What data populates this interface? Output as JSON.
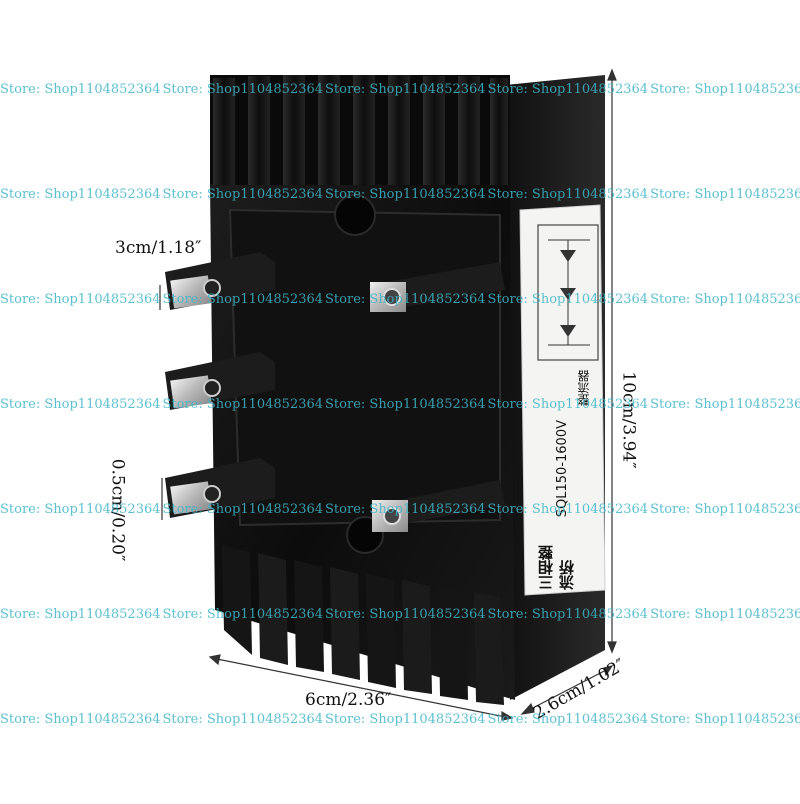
{
  "product": {
    "label_line_1": "三相整流桥",
    "label_line_2": "SQL150-1600V",
    "label_line_3": "整流器"
  },
  "dimensions": {
    "terminal_width": "3cm/1.18″",
    "terminal_gap": "0.5cm/0.20″",
    "height": "10cm/3.94″",
    "width": "6cm/2.36″",
    "depth": "2.6cm/1.02″"
  },
  "watermark": {
    "text": "Store: Shop1104852364"
  },
  "colors": {
    "heatsink": "#141414",
    "terminal": "#c9c9c9",
    "watermark": "#3fb6c8"
  }
}
